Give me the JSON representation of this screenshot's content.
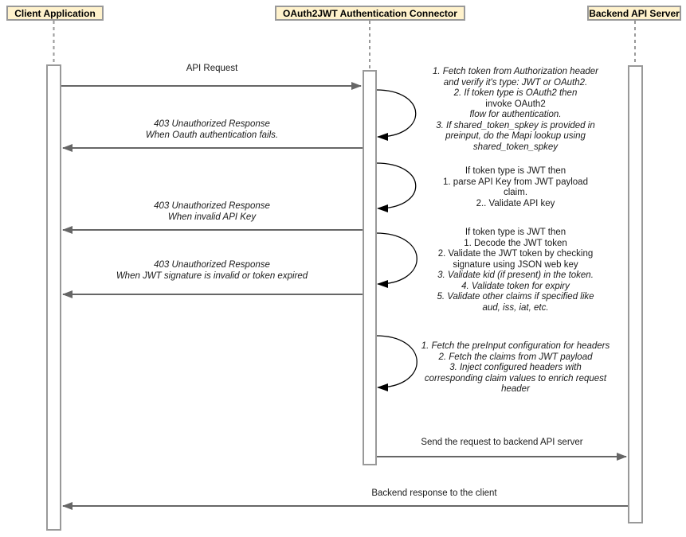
{
  "diagram": {
    "kind": "uml-sequence",
    "actors": [
      {
        "label": "Client Application"
      },
      {
        "label": "OAuth2JWT Authentication Connector"
      },
      {
        "label": "Backend API Server"
      }
    ],
    "messages": [
      {
        "from": "client",
        "to": "connector",
        "lines": [
          {
            "t": "API Request",
            "i": false
          }
        ]
      },
      {
        "from": "connector",
        "to": "client",
        "lines": [
          {
            "t": "403 Unauthorized Response",
            "i": true
          },
          {
            "t": "When Oauth authentication fails.",
            "i": true
          }
        ]
      },
      {
        "from": "connector",
        "to": "client",
        "lines": [
          {
            "t": "403 Unauthorized Response",
            "i": true
          },
          {
            "t": "When invalid API Key",
            "i": true
          }
        ]
      },
      {
        "from": "connector",
        "to": "client",
        "lines": [
          {
            "t": "403 Unauthorized Response",
            "i": true
          },
          {
            "t": "When JWT signature is invalid or token expired",
            "i": true
          }
        ]
      },
      {
        "from": "connector",
        "to": "backend",
        "lines": [
          {
            "t": "Send the request to backend API server",
            "i": false
          }
        ]
      },
      {
        "from": "backend",
        "to": "client",
        "lines": [
          {
            "t": "Backend response to the client",
            "i": false
          }
        ]
      }
    ],
    "self_notes": [
      {
        "lines": [
          {
            "t": "1. Fetch token from Authorization header",
            "i": true
          },
          {
            "t": "and verify it's type: JWT or OAuth2.",
            "i": true
          },
          {
            "t": "2. If token type is OAuth2 then",
            "i": true
          },
          {
            "t": "invoke OAuth2",
            "i": false
          },
          {
            "t": "flow for authentication.",
            "i": true
          },
          {
            "t": "3. If shared_token_spkey is provided in",
            "i": true
          },
          {
            "t": "preinput, do the Mapi lookup using",
            "i": true
          },
          {
            "t": "shared_token_spkey",
            "i": true
          }
        ]
      },
      {
        "lines": [
          {
            "t": "If token type is JWT then",
            "i": false
          },
          {
            "t": "1. parse API Key from JWT payload",
            "i": false
          },
          {
            "t": "claim.",
            "i": false
          },
          {
            "t": "2.. Validate API key",
            "i": false
          }
        ]
      },
      {
        "lines": [
          {
            "t": "If token type is JWT then",
            "i": false
          },
          {
            "t": "1. Decode the JWT token",
            "i": false
          },
          {
            "t": "2. Validate the JWT token by checking",
            "i": false
          },
          {
            "t": "signature using JSON web key",
            "i": false
          },
          {
            "t": "3. Validate kid (if present) in the token.",
            "i": true
          },
          {
            "t": "4. Validate token for expiry",
            "i": true
          },
          {
            "t": "5. Validate other claims if specified like",
            "i": true
          },
          {
            "t": "aud, iss, iat, etc.",
            "i": true
          }
        ]
      },
      {
        "lines": [
          {
            "t": "1. Fetch the preInput configuration for headers",
            "i": true
          },
          {
            "t": "2. Fetch the claims from JWT payload",
            "i": true
          },
          {
            "t": "3. Inject configured headers with",
            "i": true
          },
          {
            "t": "corresponding claim values to enrich request",
            "i": true
          },
          {
            "t": "header",
            "i": true
          }
        ]
      }
    ],
    "colors": {
      "actor_fill": "#FFF2CC",
      "actor_border": "#999999",
      "lifeline": "#999999",
      "message_arrow": "#666666",
      "self_loop": "#000000",
      "text": "#000000"
    }
  }
}
